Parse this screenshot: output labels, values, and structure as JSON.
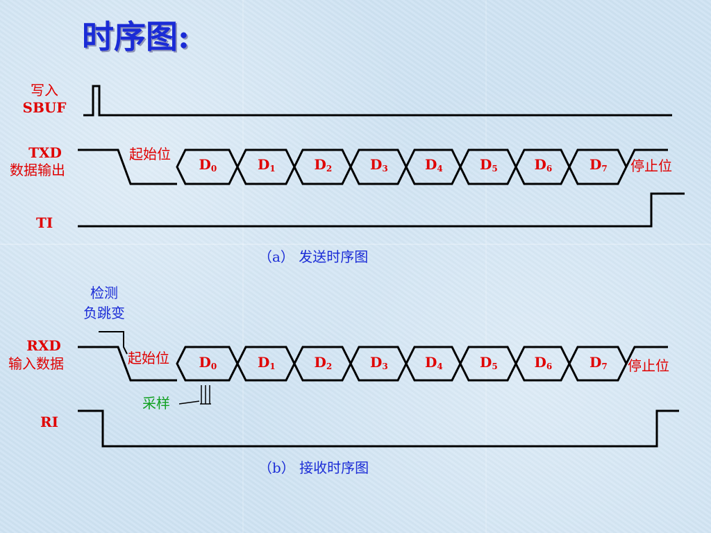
{
  "title": "时序图:",
  "send": {
    "write_sbuf": [
      "写入",
      "SBUF"
    ],
    "txd": [
      "TXD",
      "数据输出"
    ],
    "ti": "TI",
    "start_bit": "起始位",
    "stop_bit": "停止位",
    "caption_tag": "（a）",
    "caption": "发送时序图"
  },
  "receive": {
    "detect": [
      "检测",
      "负跳变"
    ],
    "rxd": [
      "RXD",
      "输入数据"
    ],
    "ri": "RI",
    "start_bit": "起始位",
    "stop_bit": "停止位",
    "sample": "采样",
    "caption_tag": "（b）",
    "caption": "接收时序图"
  },
  "data_bits": [
    {
      "base": "D",
      "sub": "0"
    },
    {
      "base": "D",
      "sub": "1"
    },
    {
      "base": "D",
      "sub": "2"
    },
    {
      "base": "D",
      "sub": "3"
    },
    {
      "base": "D",
      "sub": "4"
    },
    {
      "base": "D",
      "sub": "5"
    },
    {
      "base": "D",
      "sub": "6"
    },
    {
      "base": "D",
      "sub": "7"
    }
  ],
  "colors": {
    "signal_label": "#e00000",
    "title": "#1a2bd6",
    "caption": "#1a2bd6",
    "sample": "#10a020",
    "waveform": "#000000"
  }
}
